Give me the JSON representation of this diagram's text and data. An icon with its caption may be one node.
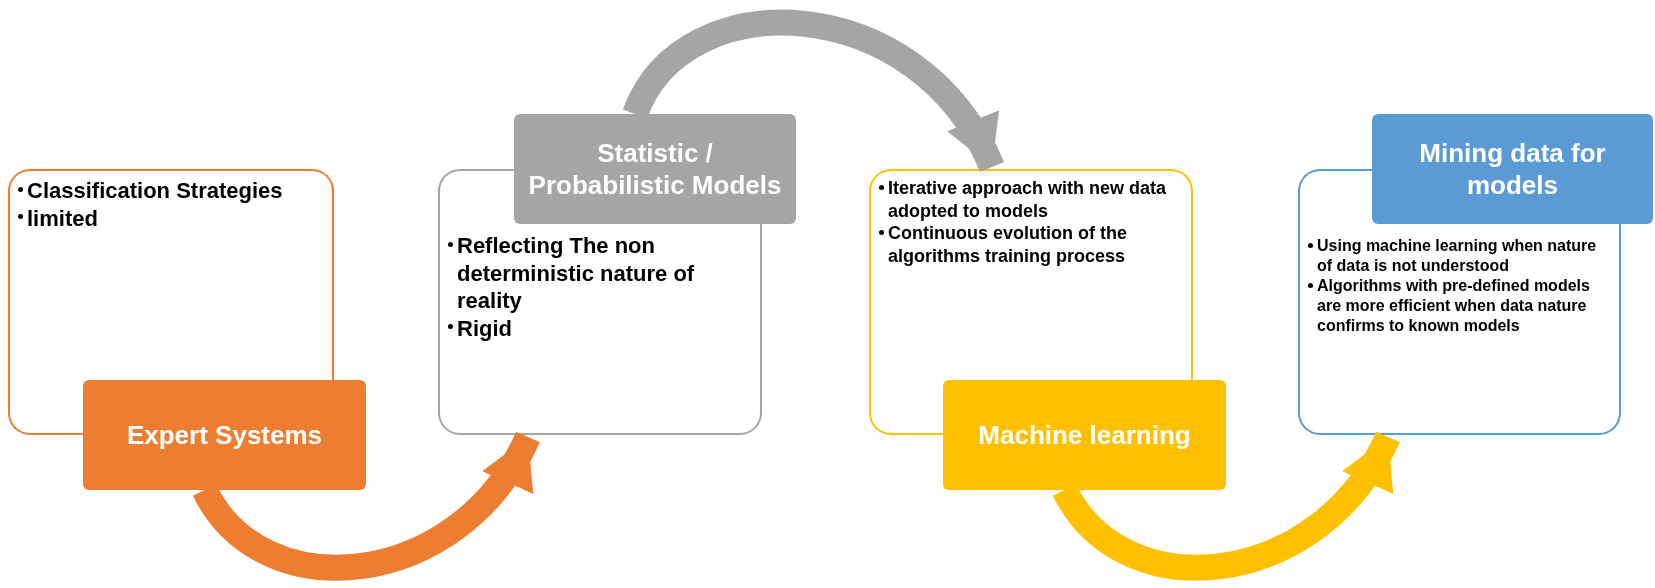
{
  "diagram": {
    "nodes": [
      {
        "text": [
          "Classification Strategies",
          "limited"
        ]
      },
      {
        "text": [
          "Expert Systems"
        ]
      },
      {
        "text": [
          "Statistic / Probabilistic Models"
        ]
      },
      {
        "text": [
          "Reflecting The non deterministic nature of reality",
          "Rigid"
        ]
      },
      {
        "text": [
          "Iterative approach with new data adopted to models",
          "Continuous evolution of the algorithms training process"
        ]
      },
      {
        "text": [
          "Machine learning"
        ]
      },
      {
        "text": [
          "Mining data for models"
        ]
      },
      {
        "text": [
          "Using machine learning when nature of data is not understood",
          "Algorithms with pre-defined models are more efficient when data nature confirms to known models"
        ]
      }
    ],
    "edges": [
      {
        "from": 1,
        "to": 3,
        "arrow": "to",
        "color": "#ed7d31"
      },
      {
        "from": 2,
        "to": 4,
        "arrow": "to",
        "color": "#a5a5a5"
      },
      {
        "from": 5,
        "to": 7,
        "arrow": "to",
        "color": "#ffc000"
      }
    ]
  }
}
